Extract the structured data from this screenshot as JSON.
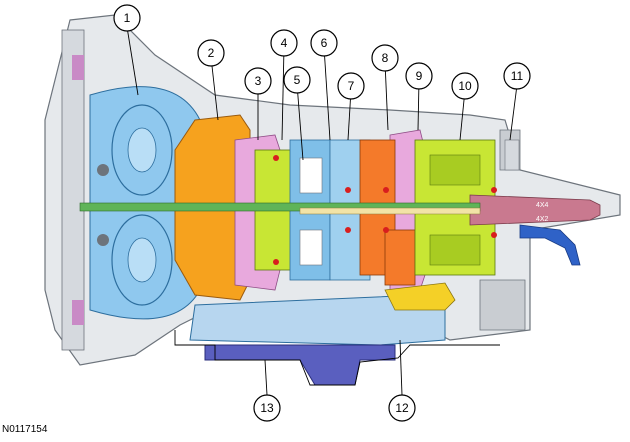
{
  "figure_id": "N0117154",
  "drive_labels": {
    "four_wheel": "4X4",
    "two_wheel": "4X2"
  },
  "callouts": [
    "1",
    "2",
    "3",
    "4",
    "5",
    "6",
    "7",
    "8",
    "9",
    "10",
    "11",
    "12",
    "13"
  ],
  "colors": {
    "housing": "#e6e9ec",
    "housing_dark": "#c9cdd2",
    "torque_converter": "#8fc8ee",
    "pump": "#f6a21e",
    "clutch_pink": "#e8a9dd",
    "planetary_green": "#c8e634",
    "clutch_orange": "#f47a2a",
    "output_mauve": "#c9798f",
    "shaft": "#5fb458",
    "valve_body": "#b7d6ef",
    "pan_filter": "#5a5fbf",
    "shift_lever": "#2f62c7",
    "brown_drum": "#8a6a45"
  }
}
